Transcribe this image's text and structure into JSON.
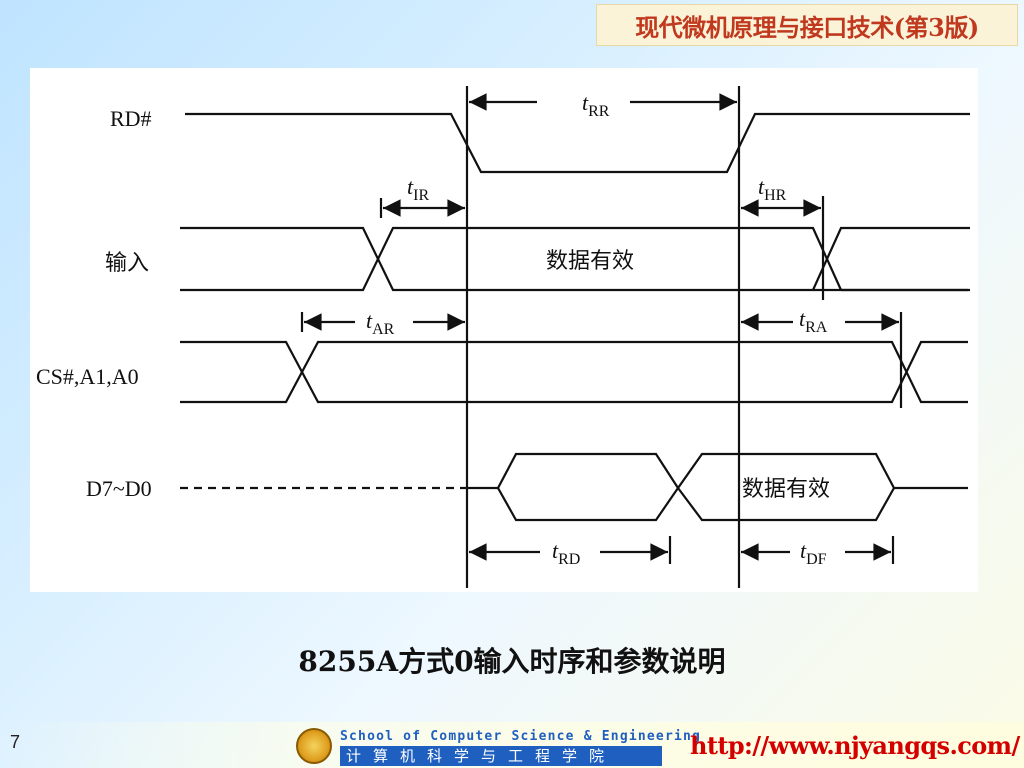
{
  "header": {
    "title": "现代微机原理与接口技术(第3版)"
  },
  "diagram": {
    "signals": {
      "rd": "RD#",
      "input": "输入",
      "cs": "CS#,A1,A0",
      "data": "D7~D0"
    },
    "data_valid_input": "数据有效",
    "data_valid_output": "数据有效",
    "timing": {
      "tRR": {
        "t": "t",
        "sub": "RR"
      },
      "tIR": {
        "t": "t",
        "sub": "IR"
      },
      "tHR": {
        "t": "t",
        "sub": "HR"
      },
      "tAR": {
        "t": "t",
        "sub": "AR"
      },
      "tRA": {
        "t": "t",
        "sub": "RA"
      },
      "tRD": {
        "t": "t",
        "sub": "RD"
      },
      "tDF": {
        "t": "t",
        "sub": "DF"
      }
    }
  },
  "caption": "8255A方式0输入时序和参数说明",
  "footer": {
    "page_number": "7",
    "school_en": "School of Computer Science & Engineering",
    "school_cn": "计算机科学与工程学院",
    "url": "http://www.njyangqs.com/"
  },
  "colors": {
    "title": "#c0391f",
    "url": "#d40000",
    "school": "#1f5fbf"
  }
}
